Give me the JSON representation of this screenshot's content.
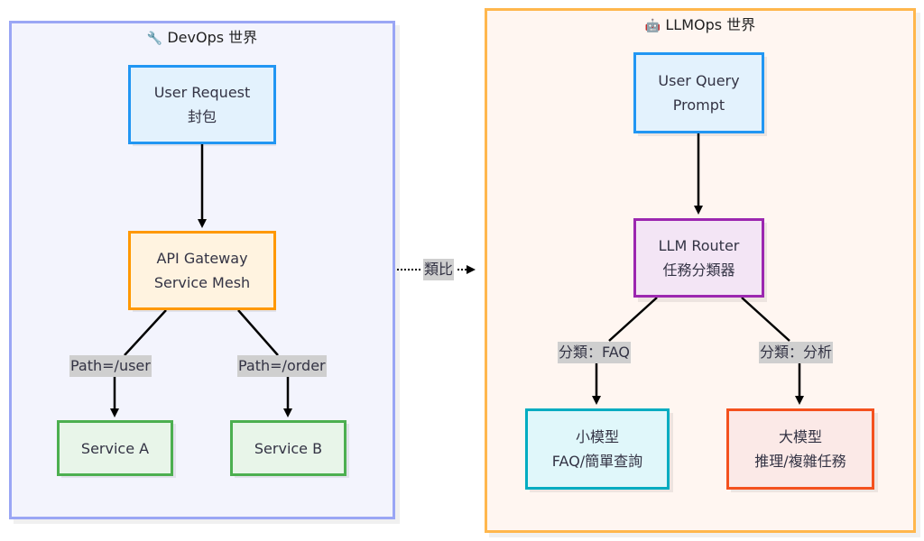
{
  "clusters": {
    "devops": {
      "icon": "🔧",
      "title": "DevOps 世界",
      "border": "#9aa6f5",
      "fill": "#f3f4fd"
    },
    "llmops": {
      "icon": "🤖",
      "title": "LLMOps 世界",
      "border": "#ffb74d",
      "fill": "#fff6f1"
    }
  },
  "nodes": {
    "user_request": {
      "line1": "User Request",
      "line2": "封包",
      "border": "#2196f3",
      "fill": "#e3f2fd"
    },
    "api_gateway": {
      "line1": "API Gateway",
      "line2": "Service Mesh",
      "border": "#ff9800",
      "fill": "#fff3e0"
    },
    "service_a": {
      "line1": "Service A",
      "border": "#4caf50",
      "fill": "#e8f5e9"
    },
    "service_b": {
      "line1": "Service B",
      "border": "#4caf50",
      "fill": "#e8f5e9"
    },
    "user_query": {
      "line1": "User Query",
      "line2": "Prompt",
      "border": "#2196f3",
      "fill": "#e3f2fd"
    },
    "llm_router": {
      "line1": "LLM Router",
      "line2": "任務分類器",
      "border": "#9c27b0",
      "fill": "#f3e5f5"
    },
    "small_model": {
      "line1": "小模型",
      "line2": "FAQ/簡單查詢",
      "border": "#00acc1",
      "fill": "#e0f7fa"
    },
    "large_model": {
      "line1": "大模型",
      "line2": "推理/複雜任務",
      "border": "#f4511e",
      "fill": "#fbe9e7"
    }
  },
  "edge_labels": {
    "path_user": "Path=/user",
    "path_order": "Path=/order",
    "analogy": "類比",
    "class_faq": "分類：FAQ",
    "class_analysis": "分類：分析"
  }
}
